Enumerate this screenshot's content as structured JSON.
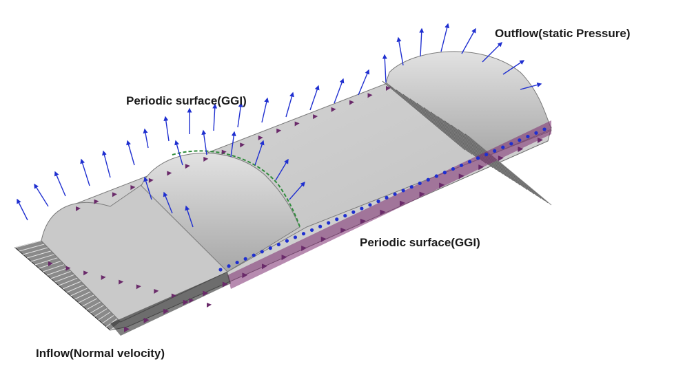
{
  "diagram": {
    "labels": {
      "outflow": "Outflow(static Pressure)",
      "periodic_top": "Periodic surface(GGI)",
      "periodic_right": "Periodic surface(GGI)",
      "inflow": "Inflow(Normal velocity)"
    },
    "colors": {
      "surface": "#c8c8c8",
      "surface_dark": "#a9a9a9",
      "mesh_line": "#2b2b2b",
      "arrow": "#1f2fd0",
      "marker": "#6a2a6a",
      "interface": "#2e8b3a"
    }
  }
}
